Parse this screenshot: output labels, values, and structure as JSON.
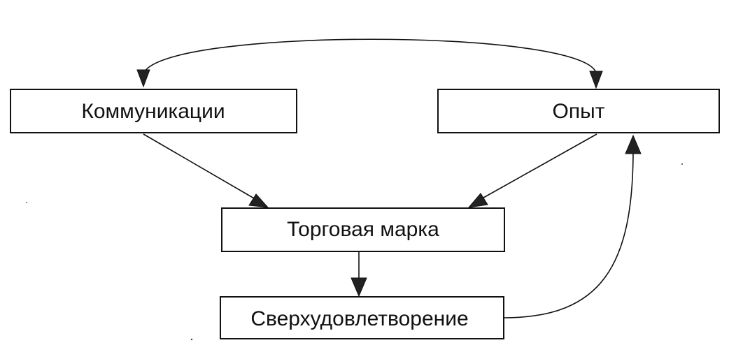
{
  "nodes": {
    "communications": {
      "label": "Коммуникации"
    },
    "experience": {
      "label": "Опыт"
    },
    "brand": {
      "label": "Торговая марка"
    },
    "delight": {
      "label": "Сверхудовлетворение"
    }
  },
  "edges": [
    {
      "from": "communications",
      "to": "experience",
      "style": "curved",
      "bidirectional": true
    },
    {
      "from": "communications",
      "to": "brand",
      "style": "straight"
    },
    {
      "from": "experience",
      "to": "brand",
      "style": "straight"
    },
    {
      "from": "brand",
      "to": "delight",
      "style": "straight"
    },
    {
      "from": "delight",
      "to": "experience",
      "style": "curved"
    }
  ],
  "colors": {
    "stroke": "#111111",
    "background": "#ffffff"
  }
}
